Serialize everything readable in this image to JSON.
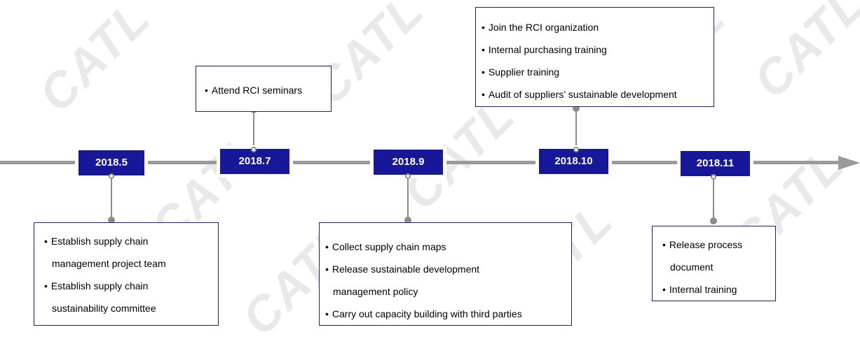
{
  "watermark": "CATL",
  "milestones": [
    {
      "date": "2018.5",
      "items": [
        "Establish supply chain",
        "management project team",
        "Establish supply chain",
        "sustainability committee"
      ]
    },
    {
      "date": "2018.7",
      "items": [
        "Attend RCI seminars"
      ]
    },
    {
      "date": "2018.9",
      "items": [
        "Collect supply chain maps",
        "Release sustainable development",
        "management policy",
        "Carry out capacity building with third parties"
      ]
    },
    {
      "date": "2018.10",
      "items": [
        "Join the RCI organization",
        "Internal purchasing training",
        "Supplier training",
        "Audit of suppliers’ sustainable development"
      ]
    },
    {
      "date": "2018.11",
      "items": [
        "Release process",
        "document",
        "Internal training"
      ]
    }
  ],
  "colors": {
    "date_bg": "#17179a",
    "box_border": "#1c1c9c",
    "axis": "#9a9a9a",
    "connector": "#8c8c8c"
  }
}
